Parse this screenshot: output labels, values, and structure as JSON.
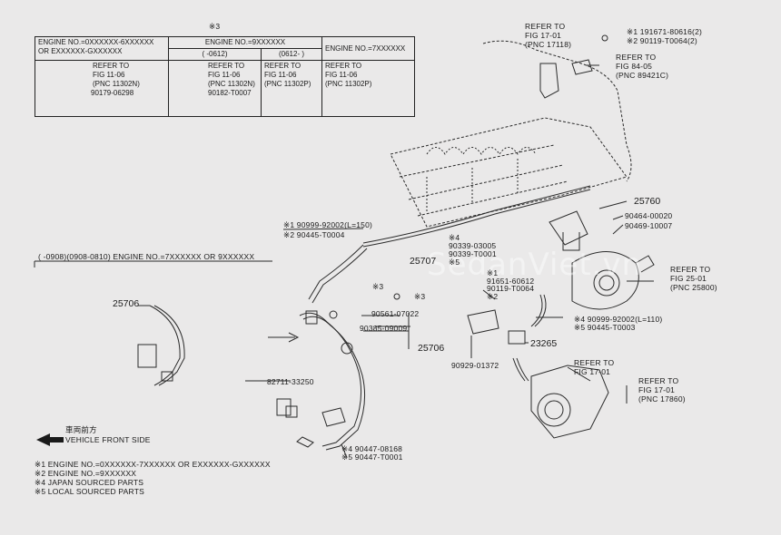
{
  "table": {
    "note3": "※3",
    "col1_header_1": "ENGINE NO.=0XXXXXX-6XXXXXX",
    "col1_header_2": "OR EXXXXXX-GXXXXXX",
    "col2_header": "ENGINE NO.=9XXXXXX",
    "col2a_sub": "(  -0612)",
    "col2b_sub": "(0612-  )",
    "col3_header": "ENGINE NO.=7XXXXXX",
    "cells": [
      {
        "refer": "REFER TO",
        "fig": "FIG 11-06",
        "pnc": "(PNC 11302N)",
        "part": "90179-06298"
      },
      {
        "refer": "REFER TO",
        "fig": "FIG 11-06",
        "pnc": "(PNC 11302N)",
        "part": "90182-T0007"
      },
      {
        "refer": "REFER TO",
        "fig": "FIG 11-06",
        "pnc": "(PNC 11302P)",
        "part": ""
      },
      {
        "refer": "REFER TO",
        "fig": "FIG 11-06",
        "pnc": "(PNC 11302P)",
        "part": ""
      }
    ]
  },
  "variant_line": "(     -0908)(0908-0810) ENGINE NO.=7XXXXXX OR 9XXXXXX",
  "refs": {
    "r1": {
      "line1": "REFER TO",
      "line2": "FIG 17-01",
      "line3": "(PNC 17118)"
    },
    "r2": {
      "line1": "REFER TO",
      "line2": "FIG 84-05",
      "line3": "(PNC 89421C)"
    },
    "r3": {
      "line1": "REFER TO",
      "line2": "FIG 25-01",
      "line3": "(PNC 25800)"
    },
    "r4": {
      "line1": "REFER TO",
      "line2": "FIG 17-01"
    },
    "r5": {
      "line1": "REFER TO",
      "line2": "FIG 17-01",
      "line3": "(PNC 17860)"
    }
  },
  "parts": {
    "p191671": "※1 191671-80616(2)",
    "p290119": "※2 90119-T0064(2)",
    "p25760": "25760",
    "p90464": "90464-00020",
    "p90469": "90469-10007",
    "p190999": "※1 90999-92002(L=150)",
    "p290445": "※2 90445-T0004",
    "p4_90339": "※4",
    "p90339a": "90339-03005",
    "p90339b": "90339-T0001",
    "p5": "※5",
    "p25707": "25707",
    "p1_91651": "※1",
    "p91651": "91651-60612",
    "p90119b": "90119-T0064",
    "p2b": "※2",
    "p3a": "※3",
    "p3b": "※3",
    "p90561": "90561-07022",
    "p90385": "90385-09009",
    "p25706a": "25706",
    "p25706b": "25706",
    "p4_90999": "※4 90999-92002(L=110)",
    "p5_90445": "※5 90445-T0003",
    "p23265": "23265",
    "p90929": "90929-01372",
    "p82711": "82711-33250",
    "p4_90447": "※4 90447-08168",
    "p5_90447": "※5 90447-T0001"
  },
  "front": {
    "jp": "車両前方",
    "en": "VEHICLE FRONT SIDE"
  },
  "notes": [
    "※1 ENGINE NO.=0XXXXXX-7XXXXXX OR EXXXXXX-GXXXXXX",
    "※2 ENGINE NO.=9XXXXXX",
    "※4 JAPAN SOURCED PARTS",
    "※5 LOCAL SOURCED PARTS"
  ],
  "watermark": "SedanViet.vn"
}
